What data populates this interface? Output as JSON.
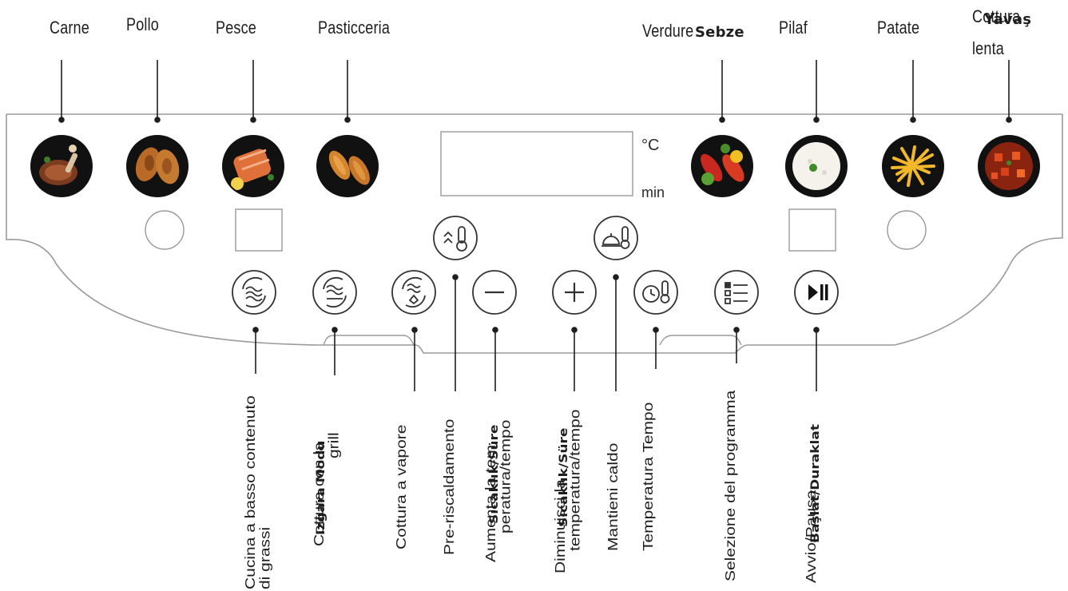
{
  "top_labels": {
    "carne": "Carne",
    "pollo": "Pollo",
    "pesce": "Pesce",
    "pasticceria": "Pasticceria",
    "verdure": "Verdure",
    "verdure_overlay": "Sebze",
    "pilaf": "Pilaf",
    "patate": "Patate",
    "cottura_lenta": "Cottura",
    "cottura_lenta_line2": "lenta",
    "cottura_lenta_overlay": "Yavaş"
  },
  "display": {
    "unit_temp": "°C",
    "unit_time": "min"
  },
  "bottom_labels": {
    "low_fat_1": "Cucina a basso contenuto",
    "low_fat_2": "di grassi",
    "grill_1": "Cottura con la",
    "grill_overlay": "Izgara Modu",
    "grill_2": "grill",
    "steam": "Cottura a vapore",
    "preheat": "Pre-riscaldamento",
    "increase_1": "Aumenta la tem",
    "increase_overlay": "Sıcaklık/Süre",
    "increase_2": "peratura/tempo",
    "decrease_1": "Diminuisci la",
    "decrease_overlay": "Sıcaklık/Süre",
    "decrease_2": "temperatura/tempo",
    "keep_warm": "Mantieni caldo",
    "temp_time": "Temperatura Tempo",
    "program_select": "Selezione del programma",
    "start_pause": "Avvio/Pausa",
    "start_pause_overlay": "Başlat/Duraklat"
  },
  "icons": {
    "food": [
      "meat-icon",
      "chicken-icon",
      "fish-icon",
      "pastry-icon",
      "vegetables-icon",
      "rice-pilaf-icon",
      "fries-icon",
      "slow-cook-icon"
    ],
    "buttons": [
      "low-fat-mode-icon",
      "grill-mode-icon",
      "steam-mode-icon",
      "preheat-icon",
      "minus-icon",
      "plus-icon",
      "keep-warm-icon",
      "temp-time-icon",
      "program-menu-icon",
      "play-pause-icon"
    ]
  }
}
